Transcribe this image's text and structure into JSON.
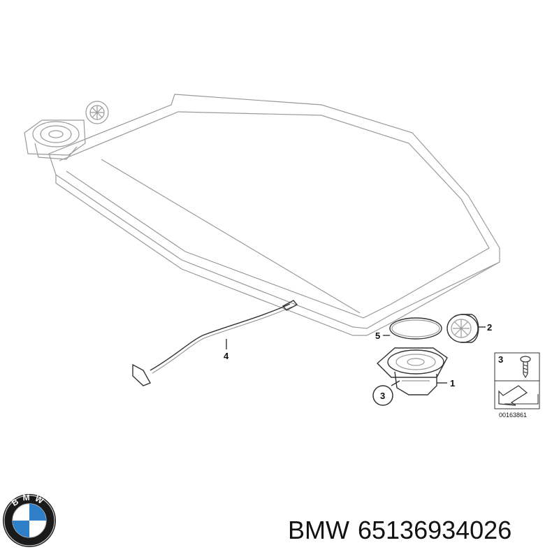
{
  "callouts": {
    "c1": "1",
    "c2": "2",
    "c3": "3",
    "c4": "4",
    "c5": "5",
    "legend_number": "3"
  },
  "diagram_number": "00163861",
  "caption": {
    "brand": "BMW",
    "part_number": "65136934026"
  },
  "logo": {
    "letters": "BMW",
    "colors": {
      "blue": "#2f7fc8",
      "white": "#ffffff",
      "ring": "#1a1a1a",
      "silver": "#c8c8c8"
    }
  }
}
